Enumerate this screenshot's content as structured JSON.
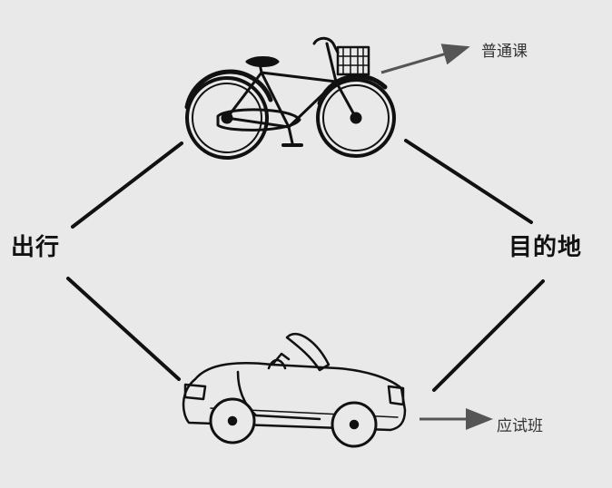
{
  "nodes": {
    "start": "出行",
    "destination": "目的地"
  },
  "annotations": {
    "bicycle": "普通课",
    "car": "应试班"
  },
  "icons": {
    "top_route": "bicycle-icon",
    "bottom_route": "convertible-car-icon"
  },
  "colors": {
    "background": "#e9e9e9",
    "ink": "#111111",
    "arrow": "#555555"
  }
}
